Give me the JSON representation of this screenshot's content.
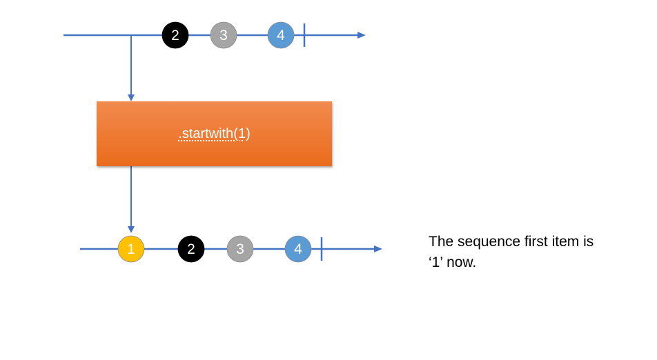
{
  "operator": {
    "label": ".startwith(1)"
  },
  "input_stream": {
    "items": [
      {
        "value": "2",
        "color": "#000000"
      },
      {
        "value": "3",
        "color": "#a5a5a5"
      },
      {
        "value": "4",
        "color": "#5b9bd5"
      }
    ]
  },
  "output_stream": {
    "items": [
      {
        "value": "1",
        "color": "#ffc000"
      },
      {
        "value": "2",
        "color": "#000000"
      },
      {
        "value": "3",
        "color": "#a5a5a5"
      },
      {
        "value": "4",
        "color": "#5b9bd5"
      }
    ]
  },
  "caption": {
    "line1": "The sequence first item is",
    "line2": "‘1’ now."
  },
  "colors": {
    "line": "#4472c4",
    "operator_box": "#ed7d31"
  }
}
